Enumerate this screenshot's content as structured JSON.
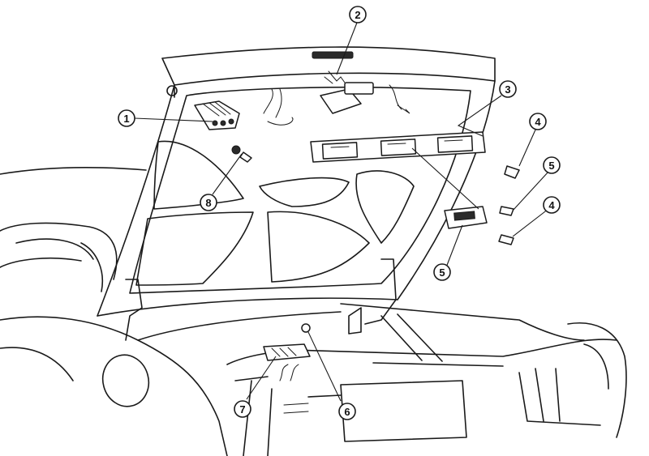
{
  "callouts": [
    {
      "id": "c1",
      "label": "1"
    },
    {
      "id": "c2",
      "label": "2"
    },
    {
      "id": "c3",
      "label": "3"
    },
    {
      "id": "c4a",
      "label": "4"
    },
    {
      "id": "c5a",
      "label": "5"
    },
    {
      "id": "c4b",
      "label": "4"
    },
    {
      "id": "c5b",
      "label": "5"
    },
    {
      "id": "c8",
      "label": "8"
    },
    {
      "id": "c7",
      "label": "7"
    },
    {
      "id": "c6",
      "label": "6"
    }
  ]
}
